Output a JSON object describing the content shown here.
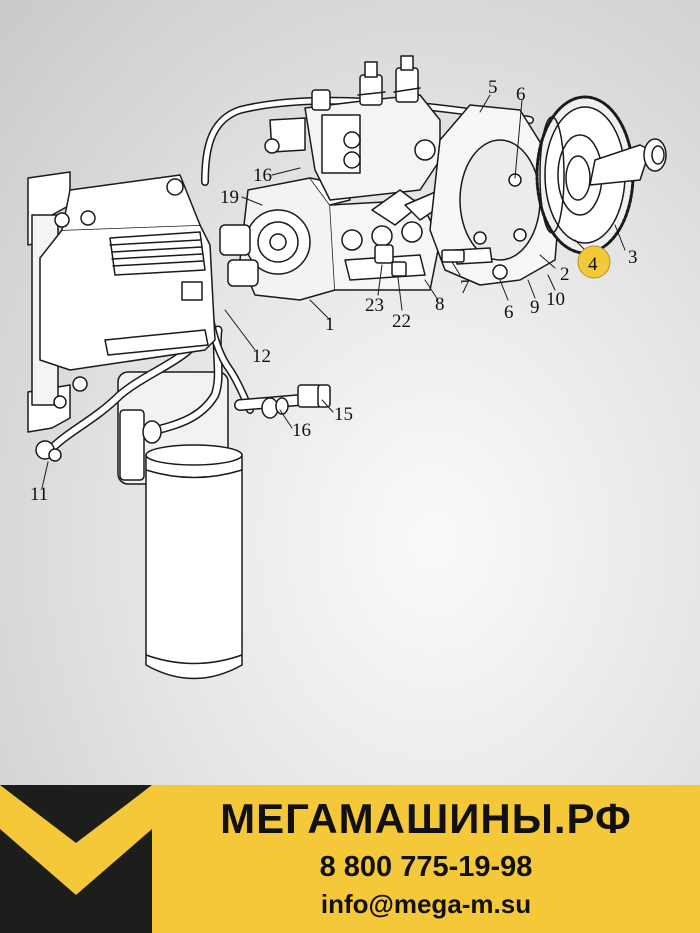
{
  "diagram": {
    "callouts": [
      "1",
      "2",
      "3",
      "4",
      "5",
      "6",
      "6",
      "7",
      "8",
      "9",
      "10",
      "11",
      "12",
      "15",
      "16",
      "16",
      "19",
      "22",
      "23"
    ],
    "highlighted_callout": "4",
    "highlight_color": "#f3c93c"
  },
  "footer": {
    "brand": "МЕГАМАШИНЫ.РФ",
    "phone": "8 800 775-19-98",
    "email": "info@mega-m.su",
    "background_color": "#f5c83a"
  }
}
